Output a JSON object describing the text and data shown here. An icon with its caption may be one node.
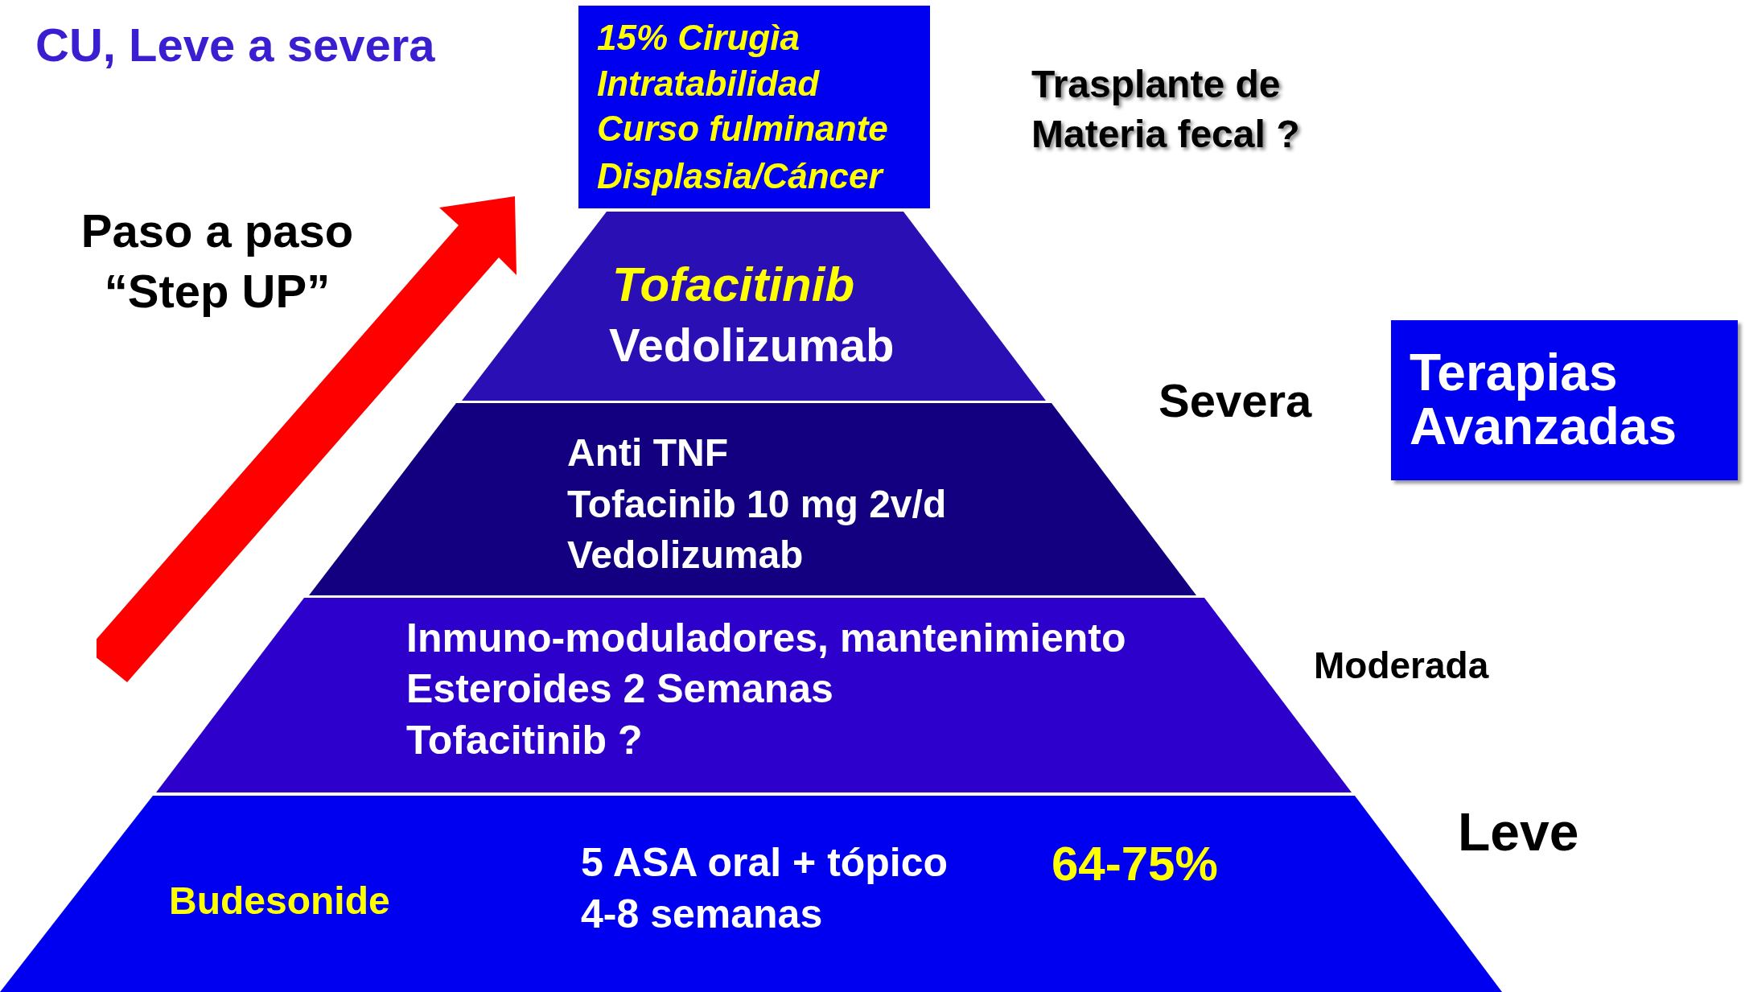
{
  "diagram": {
    "title": "CU, Leve a severa",
    "nodes": [
      {
        "text": [
          "15%  Cirugìa",
          "Intratabilidad",
          "Curso fulminante",
          "Displasia/Cáncer"
        ]
      },
      {
        "text": [
          "Tofacitinib",
          "Vedolizumab"
        ]
      },
      {
        "text": [
          "Anti TNF",
          "Tofacinib 10 mg 2v/d",
          "Vedolizumab"
        ]
      },
      {
        "text": [
          "Inmuno-moduladores, mantenimiento",
          "Esteroides 2 Semanas",
          "Tofacitinib ?"
        ]
      },
      {
        "text": [
          "Budesonide",
          "5 ASA oral + tópico",
          "4-8 semanas",
          "64-75%"
        ]
      },
      {
        "text": [
          "Terapias Avanzadas"
        ]
      }
    ],
    "labels": [
      "Paso a paso “Step UP”",
      "Trasplante de Materia fecal ?",
      "Severa",
      "Moderada",
      "Leve"
    ]
  }
}
